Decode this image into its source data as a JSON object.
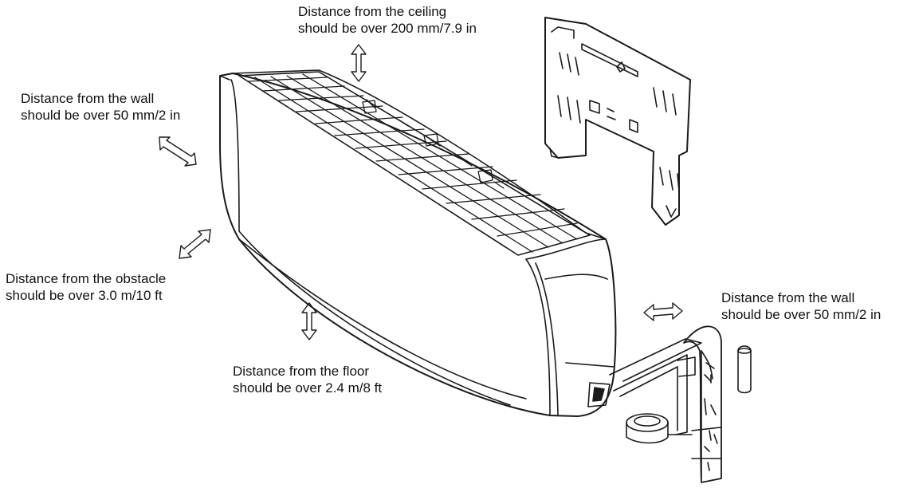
{
  "clearances": {
    "ceiling": {
      "line1": "Distance from the ceiling",
      "line2": "should be over 200 mm/7.9 in"
    },
    "wall_left": {
      "line1": "Distance from the wall",
      "line2": "should be over 50 mm/2 in"
    },
    "obstacle": {
      "line1": "Distance from the obstacle",
      "line2": "should be over 3.0 m/10 ft"
    },
    "floor": {
      "line1": "Distance from the floor",
      "line2": "should be over 2.4 m/8 ft"
    },
    "wall_right": {
      "line1": "Distance from the wall",
      "line2": "should be over 50 mm/2 in"
    }
  },
  "icons": [
    "double-arrow-icon"
  ],
  "colors": {
    "line": "#1a1a1a",
    "fill": "#ffffff"
  }
}
